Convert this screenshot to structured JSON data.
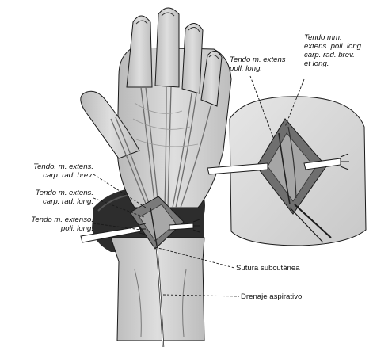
{
  "labels": {
    "tendo_extens_poll_long": [
      "Tendo m. extens",
      "poll. long."
    ],
    "tendo_mm_extens": [
      "Tendo mm.",
      "extens. poll. long.",
      "carp. rad. brev.",
      "et long."
    ],
    "tendo_carp_rad_brev": [
      "Tendo. m. extens.",
      "carp. rad. brev."
    ],
    "tendo_carp_rad_long": [
      "Tendo m. extens.",
      "carp. rad. long."
    ],
    "tendo_extenso_poll_long": [
      "Tendo m. extenso.",
      "poli. long."
    ],
    "sutura": "Sutura subcutánea",
    "drenaje": "Drenaje aspirativo"
  },
  "colors": {
    "line": "#1a1a1a",
    "skin": "#cfcfcf",
    "tissue": "#8c8c8c",
    "background": "#ffffff"
  }
}
